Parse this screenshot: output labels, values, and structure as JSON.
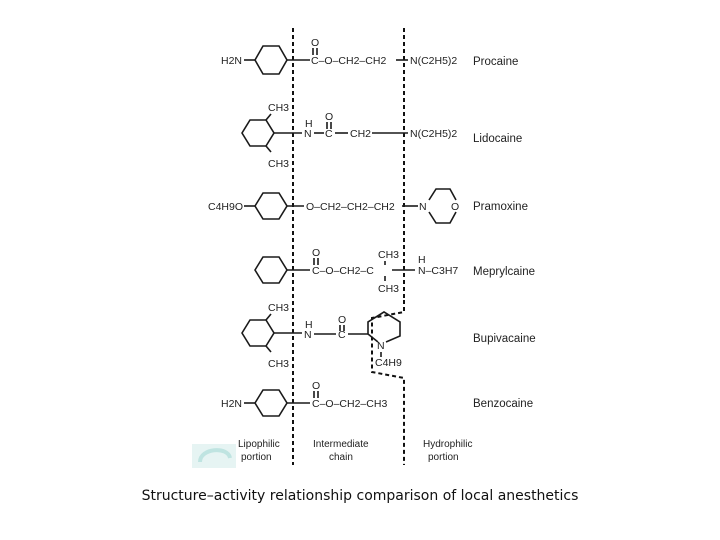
{
  "caption": "Structure–activity relationship comparison of local anesthetics",
  "portions": {
    "lipophilic": [
      "Lipophilic",
      "portion"
    ],
    "intermediate": [
      "Intermediate",
      "chain"
    ],
    "hydrophilic": [
      "Hydrophilic",
      "portion"
    ]
  },
  "drugs": [
    {
      "name": "Procaine",
      "labels": {
        "left": "H2N",
        "carbonyl_o": "O",
        "chain": "C–O–CH2–CH2",
        "amine": "N(C2H5)2"
      }
    },
    {
      "name": "Lidocaine",
      "labels": {
        "ch3_top": "CH3",
        "ch3_bottom": "CH3",
        "h": "H",
        "n": "N",
        "carbonyl_o": "O",
        "c": "C",
        "chain": "CH2",
        "amine": "N(C2H5)2"
      }
    },
    {
      "name": "Pramoxine",
      "labels": {
        "left": "C4H9O",
        "chain": "O–CH2–CH2–CH2",
        "n": "N",
        "o": "O"
      }
    },
    {
      "name": "Meprylcaine",
      "labels": {
        "carbonyl_o": "O",
        "chain": "C–O–CH2–C",
        "ch3_top": "CH3",
        "ch3_bottom": "CH3",
        "h": "H",
        "amine": "N–C3H7"
      }
    },
    {
      "name": "Bupivacaine",
      "labels": {
        "ch3_top": "CH3",
        "ch3_bottom": "CH3",
        "h": "H",
        "n": "N",
        "carbonyl_o": "O",
        "c": "C",
        "ring_n": "N",
        "butyl": "C4H9"
      }
    },
    {
      "name": "Benzocaine",
      "labels": {
        "left": "H2N",
        "carbonyl_o": "O",
        "chain": "C–O–CH2–CH3"
      }
    }
  ]
}
